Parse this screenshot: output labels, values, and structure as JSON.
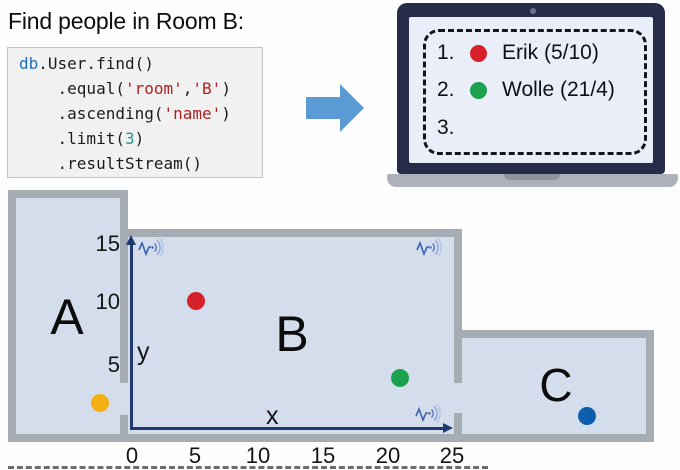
{
  "title": "Find people in Room B:",
  "code_block": {
    "lines": [
      {
        "segments": [
          {
            "t": "db"
          },
          {
            "t": ".User.find()"
          }
        ]
      },
      {
        "segments": [
          {
            "t": "    .equal("
          },
          {
            "t": "'room'"
          },
          {
            "t": ","
          },
          {
            "t": "'B'"
          },
          {
            "t": ")"
          }
        ]
      },
      {
        "segments": [
          {
            "t": "    .ascending("
          },
          {
            "t": "'name'"
          },
          {
            "t": ")"
          }
        ]
      },
      {
        "segments": [
          {
            "t": "    .limit("
          },
          {
            "t": "3"
          },
          {
            "t": ")"
          }
        ]
      },
      {
        "segments": [
          {
            "t": "    .resultStream()"
          }
        ]
      }
    ]
  },
  "laptop": {
    "results": [
      {
        "rank": "1.",
        "name": "Erik (5/10)",
        "marker_color": "red"
      },
      {
        "rank": "2.",
        "name": "Wolle (21/4)",
        "marker_color": "green"
      },
      {
        "rank": "3.",
        "name": "",
        "marker_color": null
      }
    ]
  },
  "floorplan": {
    "room_labels": [
      "A",
      "B",
      "C"
    ],
    "x_axis_label": "x",
    "y_axis_label": "y",
    "x_ticks": [
      "0",
      "5",
      "10",
      "15",
      "20",
      "25"
    ],
    "y_ticks": [
      "15",
      "10",
      "5"
    ]
  },
  "chart_data": {
    "type": "scatter",
    "xlabel": "x",
    "ylabel": "y",
    "x_ticks": [
      0,
      5,
      10,
      15,
      20,
      25
    ],
    "y_ticks": [
      5,
      10,
      15
    ],
    "points": [
      {
        "name": "Erik",
        "x": 5,
        "y": 10,
        "color": "red",
        "room": "B"
      },
      {
        "name": "Wolle",
        "x": 21,
        "y": 4,
        "color": "green",
        "room": "B"
      },
      {
        "name": "",
        "x": -2.5,
        "y": 2,
        "color": "yellow",
        "room": "A"
      },
      {
        "name": "",
        "x": 35.6,
        "y": 1,
        "color": "blue",
        "room": "C"
      }
    ]
  },
  "icons": {
    "arrow": "right-arrow-icon",
    "signal": "signal-pulse-icon"
  },
  "colors": {
    "arrow_blue": "#5b9bd5",
    "keyword_blue": "#1e6fba",
    "string_red": "#b02020",
    "number_teal": "#2e8f8f",
    "marker_red": "#d6202a",
    "marker_green": "#1ca24e",
    "marker_yellow": "#f4b013",
    "marker_blue": "#0d5fae",
    "room_fill": "#d4ddeb",
    "wall_gray": "#a6acb3",
    "axis_navy": "#1e3a6e",
    "laptop_bezel": "#272c4b",
    "laptop_screen": "#e9eef8",
    "code_background": "#f1f1f1"
  }
}
